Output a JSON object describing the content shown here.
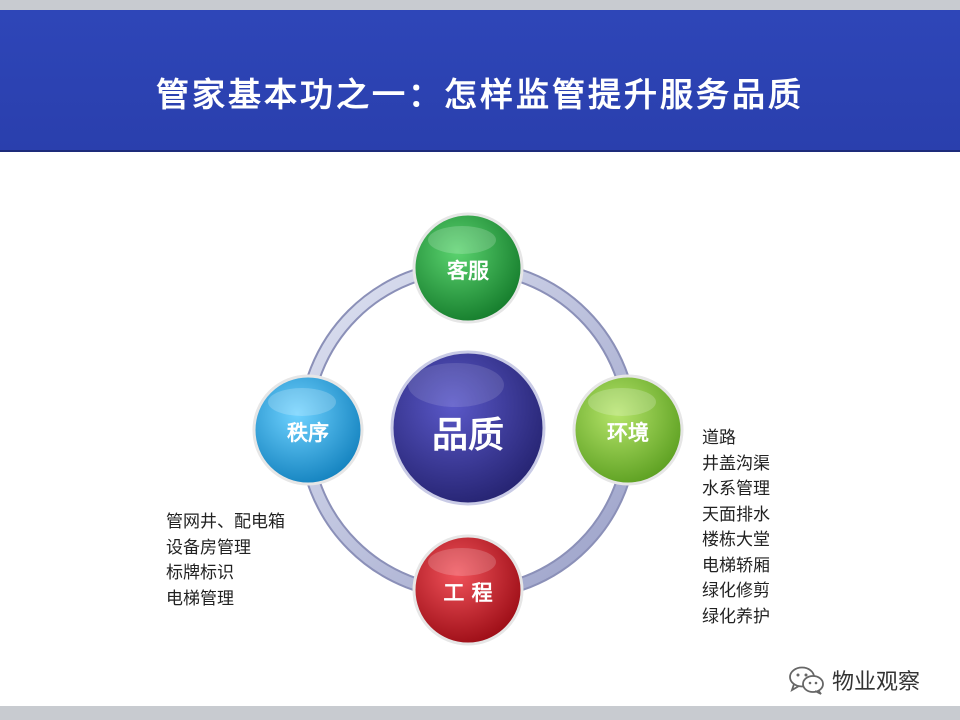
{
  "title": "管家基本功之一：怎样监管提升服务品质",
  "center": {
    "label": "品质"
  },
  "nodes": {
    "top": {
      "label": "客服"
    },
    "right": {
      "label": "环境"
    },
    "bottom": {
      "label": "工 程"
    },
    "left": {
      "label": "秩序"
    }
  },
  "left_list": [
    "管网井、配电箱",
    "设备房管理",
    "标牌标识",
    "电梯管理"
  ],
  "right_list": [
    "道路",
    "井盖沟渠",
    "水系管理",
    "天面排水",
    "楼栋大堂",
    "电梯轿厢",
    "绿化修剪",
    "绿化养护"
  ],
  "watermark": {
    "text": "物业观察",
    "icon": "wechat-icon"
  },
  "colors": {
    "banner": "#2a3fad",
    "top_node": "#1f9a3c",
    "right_node": "#7cc23a",
    "bottom_node": "#c1121c",
    "left_node": "#1fa3e0",
    "center": "#2c2a8a"
  }
}
